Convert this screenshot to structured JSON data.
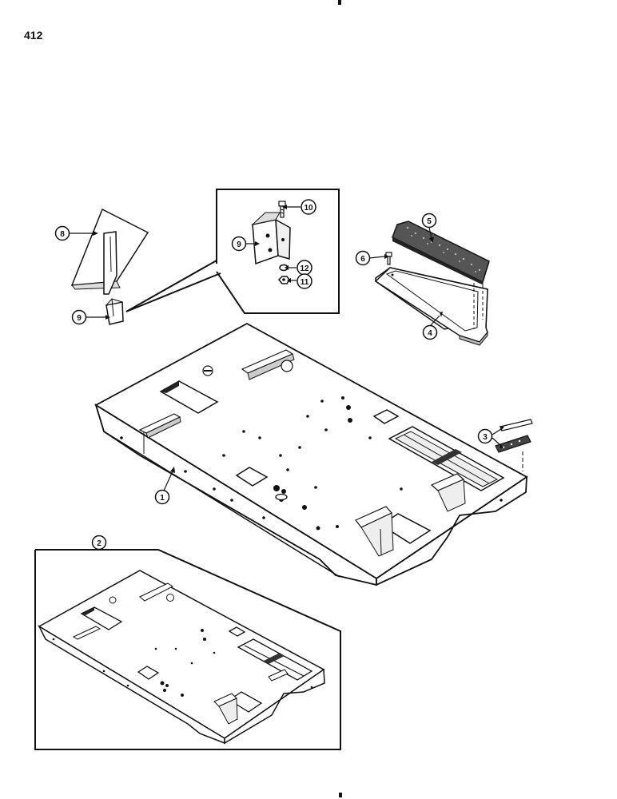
{
  "page_number": "412",
  "callouts": {
    "c1": "1",
    "c2": "2",
    "c3": "3",
    "c4": "4",
    "c5": "5",
    "c6": "6",
    "c8": "8",
    "c9a": "9",
    "c9b": "9",
    "c10": "10",
    "c11": "11",
    "c12": "12"
  },
  "colors": {
    "ink": "#111111",
    "paper": "#ffffff",
    "fill_light": "#f4f4f4",
    "fill_dark": "#333333"
  }
}
